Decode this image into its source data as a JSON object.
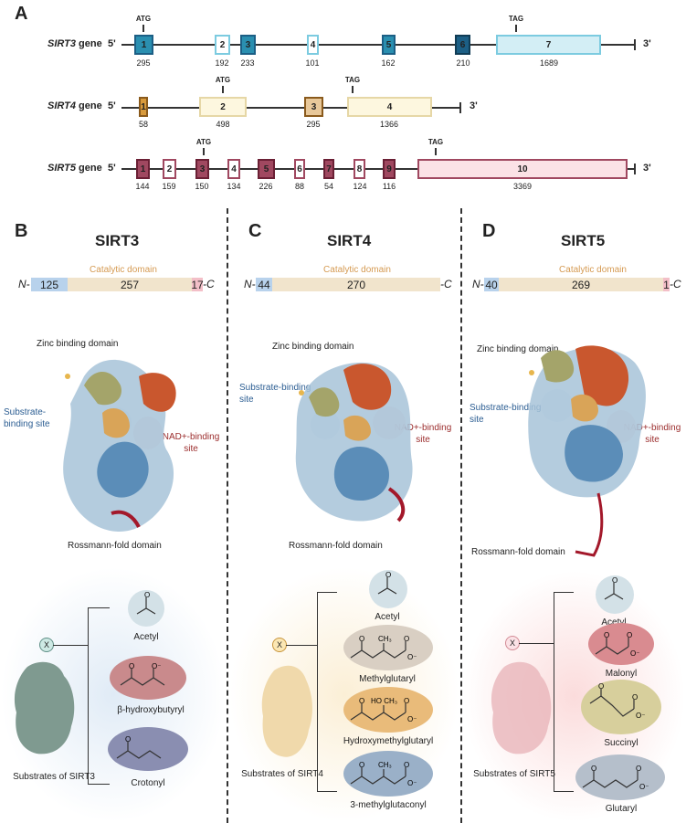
{
  "panels": {
    "a": "A",
    "b": "B",
    "c": "C",
    "d": "D"
  },
  "genes": {
    "sirt3": {
      "label_gene": "SIRT3",
      "label_suffix": " gene",
      "five": "5'",
      "three": "3'",
      "atg": "ATG",
      "tag": "TAG",
      "exons": [
        {
          "n": "1",
          "len": "295"
        },
        {
          "n": "2",
          "len": "192"
        },
        {
          "n": "3",
          "len": "233"
        },
        {
          "n": "4",
          "len": "101"
        },
        {
          "n": "5",
          "len": "162"
        },
        {
          "n": "6",
          "len": "210"
        },
        {
          "n": "7",
          "len": "1689"
        }
      ]
    },
    "sirt4": {
      "label_gene": "SIRT4",
      "label_suffix": " gene",
      "five": "5'",
      "three": "3'",
      "atg": "ATG",
      "tag": "TAG",
      "exons": [
        {
          "n": "1",
          "len": "58"
        },
        {
          "n": "2",
          "len": "498"
        },
        {
          "n": "3",
          "len": "295"
        },
        {
          "n": "4",
          "len": "1366"
        }
      ]
    },
    "sirt5": {
      "label_gene": "SIRT5",
      "label_suffix": " gene",
      "five": "5'",
      "three": "3'",
      "atg": "ATG",
      "tag": "TAG",
      "exons": [
        {
          "n": "1",
          "len": "144"
        },
        {
          "n": "2",
          "len": "159"
        },
        {
          "n": "3",
          "len": "150"
        },
        {
          "n": "4",
          "len": "134"
        },
        {
          "n": "5",
          "len": "226"
        },
        {
          "n": "6",
          "len": "88"
        },
        {
          "n": "7",
          "len": "54"
        },
        {
          "n": "8",
          "len": "124"
        },
        {
          "n": "9",
          "len": "116"
        },
        {
          "n": "10",
          "len": "3369"
        }
      ]
    }
  },
  "proteins": {
    "sirt3": {
      "title": "SIRT3",
      "catalytic": "Catalytic domain",
      "n": "N-",
      "c": "-C",
      "seg1": "125",
      "seg2": "257",
      "seg3": "17",
      "zinc": "Zinc binding domain",
      "substrate": "Substrate-binding site",
      "nad": "NAD+-binding site",
      "rossmann": "Rossmann-fold  domain"
    },
    "sirt4": {
      "title": "SIRT4",
      "catalytic": "Catalytic domain",
      "n": "N-",
      "c": "-C",
      "seg1": "44",
      "seg2": "270",
      "zinc": "Zinc binding domain",
      "substrate": "Substrate-binding site",
      "nad": "NAD+-binding site",
      "rossmann": "Rossmann-fold  domain"
    },
    "sirt5": {
      "title": "SIRT5",
      "catalytic": "Catalytic domain",
      "n": "N-",
      "c": "-C",
      "seg1": "40",
      "seg2": "269",
      "seg3": "1",
      "zinc": "Zinc binding domain",
      "substrate": "Substrate-binding site",
      "nad": "NAD+-binding site",
      "rossmann": "Rossmann-fold  domain"
    }
  },
  "substrates": {
    "sirt3": {
      "caption": "Substrates of SIRT3",
      "x": "X",
      "items": [
        "Acetyl",
        "β-hydroxybutyryl",
        "Crotonyl"
      ]
    },
    "sirt4": {
      "caption": "Substrates of SIRT4",
      "x": "X",
      "items": [
        "Acetyl",
        "Methylglutaryl",
        "Hydroxymethylglutaryl",
        "3-methylglutaconyl"
      ],
      "chem": {
        "ch3": "CH₃",
        "ho_ch3": "HO CH₃",
        "o_minus": "O⁻"
      }
    },
    "sirt5": {
      "caption": "Substrates of SIRT5",
      "x": "X",
      "items": [
        "Acetyl",
        "Malonyl",
        "Succinyl",
        "Glutaryl"
      ]
    }
  },
  "colors": {
    "sirt3_exon": "#2a8fb0",
    "sirt3_exon_light": "#d3eef5",
    "sirt3_exon_dark": "#1c5f85",
    "sirt4_exon": "#d89a3c",
    "sirt4_exon_light": "#fdf7df",
    "sirt5_exon": "#a04860",
    "sirt5_exon_light": "#fbe2e6",
    "catalytic": "#f1e4cc",
    "nterm": "#b8d2ec",
    "cterm": "#f3bfc8"
  }
}
